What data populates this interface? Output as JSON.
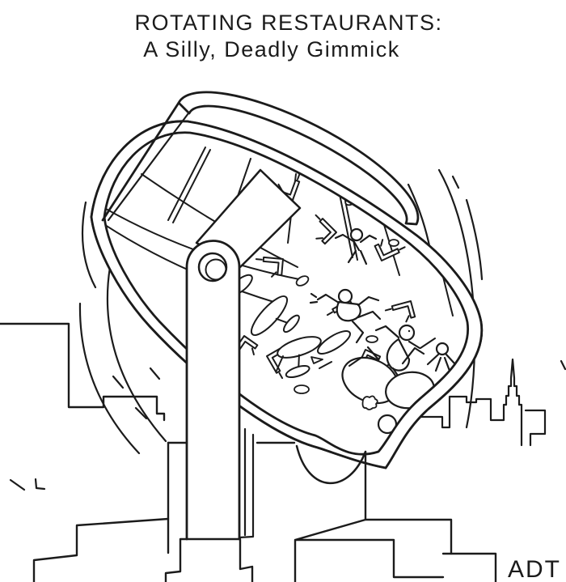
{
  "title": {
    "line1": "ROTATING RESTAURANTS:",
    "line2": "A Silly, Deadly Gimmick"
  },
  "signature": "ADT",
  "colors": {
    "ink": "#1b1b1b",
    "background": "#ffffff"
  }
}
